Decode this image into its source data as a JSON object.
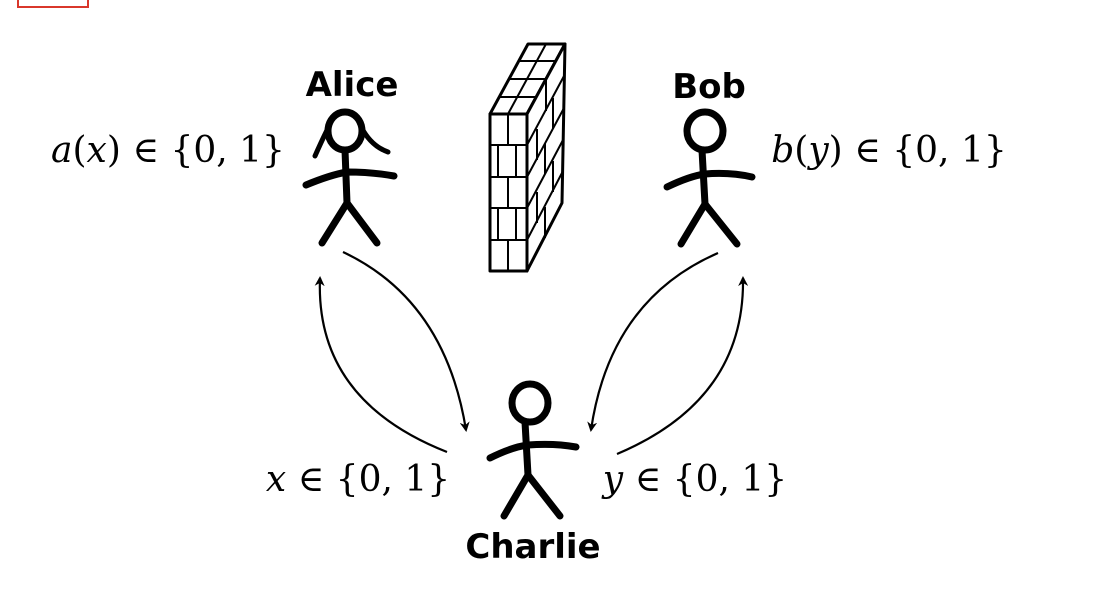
{
  "labels": {
    "alice": "Alice",
    "bob": "Bob",
    "charlie": "Charlie"
  },
  "formulas": {
    "alice_output": {
      "fn": "a",
      "arg": "x",
      "rest": "∈ {0, 1}"
    },
    "bob_output": {
      "fn": "b",
      "arg": "y",
      "rest": "∈ {0, 1}"
    },
    "input_x": {
      "var": "x",
      "rest": "∈ {0, 1}"
    },
    "input_y": {
      "var": "y",
      "rest": "∈ {0, 1}"
    }
  },
  "icons": {
    "wall": "brick-wall-icon",
    "person": "stick-figure-icon"
  },
  "colors": {
    "ink": "#000000",
    "background": "#ffffff",
    "corner_box": "#d9372b"
  }
}
